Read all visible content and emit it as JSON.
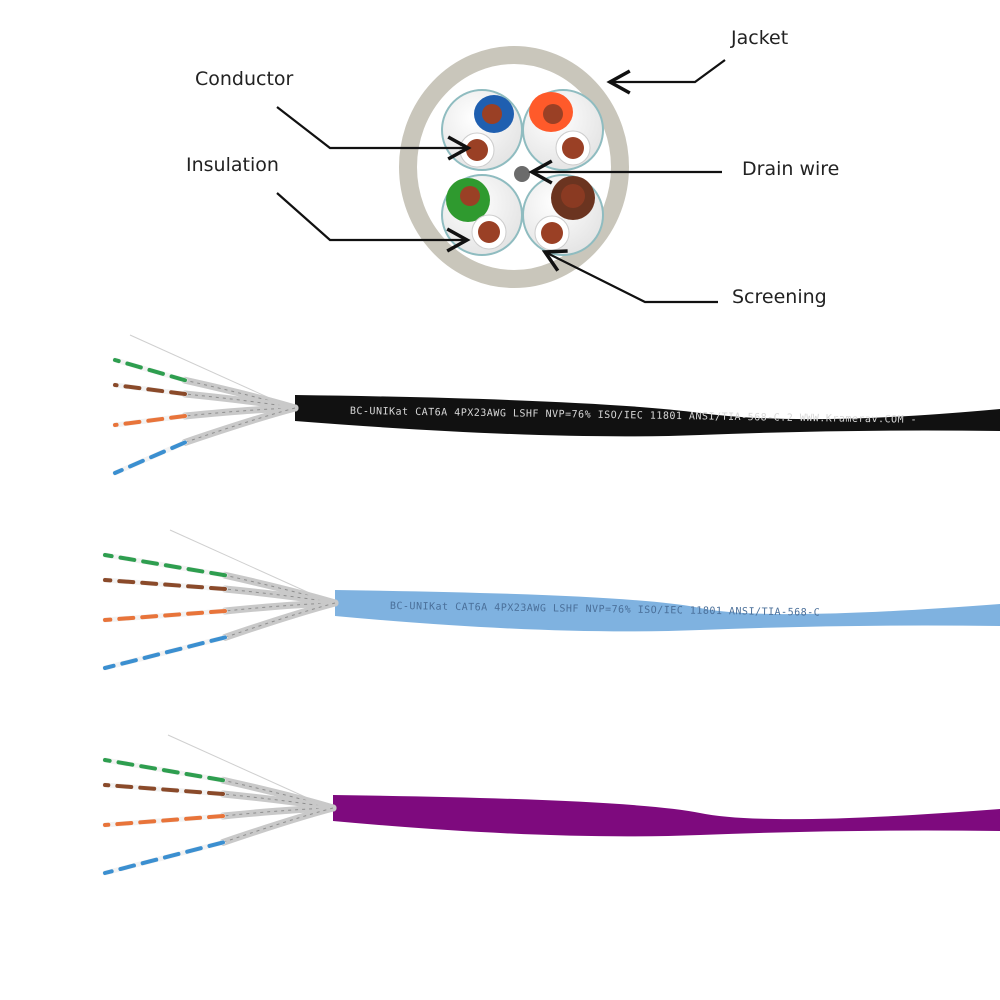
{
  "diagram": {
    "title": "Shielded twisted pair cable cross-section",
    "labels": {
      "jacket": "Jacket",
      "conductor": "Conductor",
      "insulation": "Insulation",
      "drain_wire": "Drain wire",
      "screening": "Screening"
    },
    "colors": {
      "jacket": "#c9c6bb",
      "pair_blue": "#1f5fb0",
      "pair_orange": "#ff5a2a",
      "pair_green": "#2f9a2f",
      "pair_brown": "#6b3420",
      "conductor": "#9a4025",
      "drain_wire": "#6b6b6b",
      "screening": "#8fbcc0"
    }
  },
  "cables": [
    {
      "name": "black-cable",
      "jacket_color": "#111111",
      "print_color": "#d8d8d8",
      "print": "BC-UNIKat CAT6A 4PX23AWG LSHF NVP=76% ISO/IEC 11801 ANSI/TIA-568-C.2 WWW.Kramerav.COM -"
    },
    {
      "name": "blue-cable",
      "jacket_color": "#7fb2e0",
      "print_color": "#4a6f99",
      "print": "BC-UNIKat CAT6A 4PX23AWG LSHF NVP=76% ISO/IEC 11801 ANSI/TIA-568-C"
    },
    {
      "name": "purple-cable",
      "jacket_color": "#7e0a7e",
      "print_color": "",
      "print": ""
    }
  ],
  "pair_colors": [
    "#2e9e4f",
    "#8a4a2a",
    "#e8743a",
    "#3b8fd0"
  ]
}
